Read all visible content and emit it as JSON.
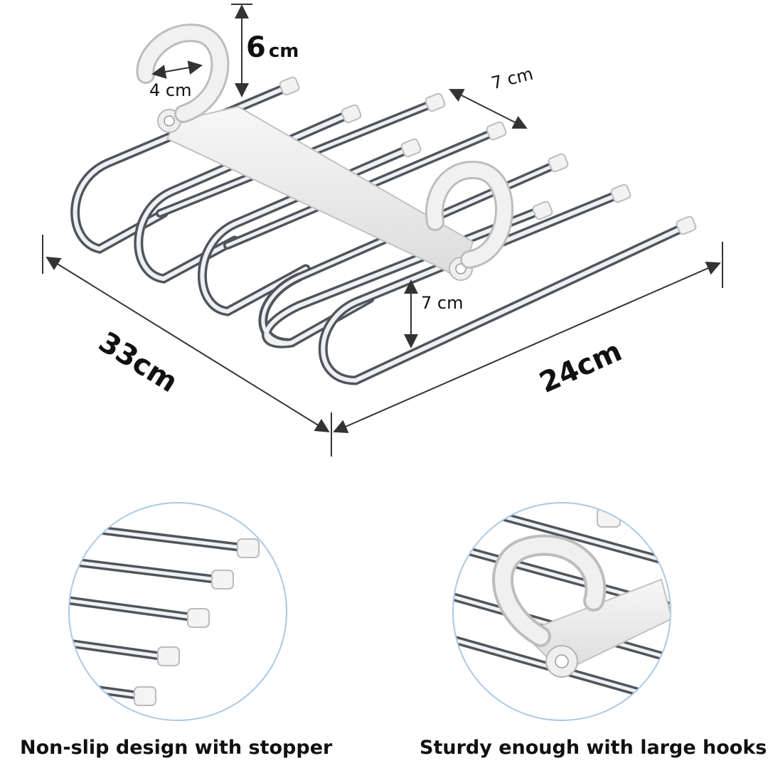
{
  "dimensions": {
    "hook_height": {
      "value": "6",
      "unit": "cm"
    },
    "hook_width": "4 cm",
    "rod_spacing_top": "7 cm",
    "hanger_depth": "33cm",
    "hanger_width": "24cm",
    "hook_drop": "7 cm"
  },
  "captions": {
    "left": "Non-slip design with stopper",
    "right": "Sturdy enough with large hooks"
  },
  "colors": {
    "metal_light": "#f4f4f6",
    "metal_dark": "#555a60",
    "plastic": "#eeeeee",
    "plastic_edge": "#c4c4c4",
    "detail_circle": "#a9c9e6"
  }
}
